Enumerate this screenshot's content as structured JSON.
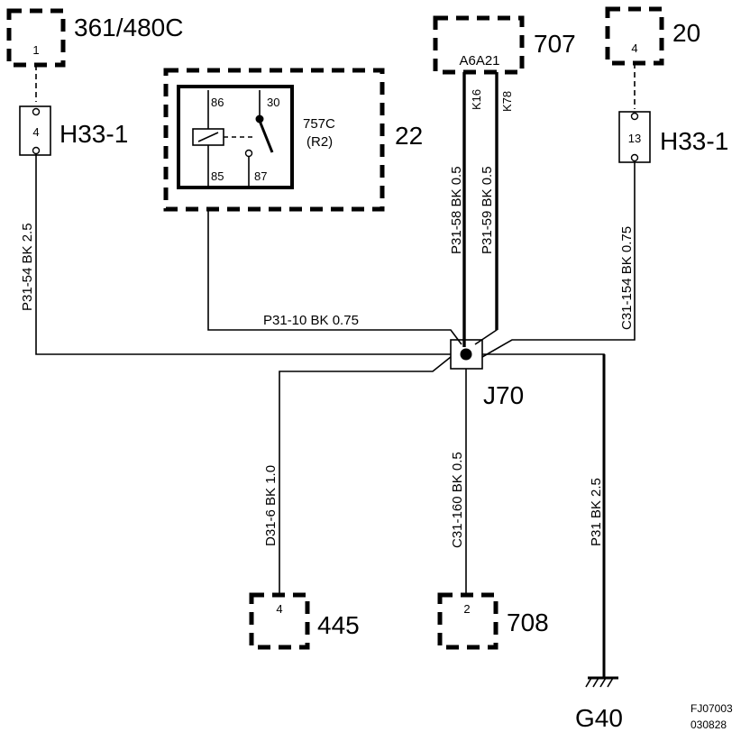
{
  "components": {
    "c361": {
      "name": "361/480C",
      "pin": "1"
    },
    "c707": {
      "name": "707",
      "pin": "A6A21"
    },
    "c20": {
      "name": "20",
      "pin": "4"
    },
    "c22": {
      "name": "22",
      "relay_name": "757C",
      "relay_sub": "(R2)",
      "pin86": "86",
      "pin30": "30",
      "pin85": "85",
      "pin87": "87"
    },
    "h33_left": {
      "name": "H33-1",
      "pin": "4"
    },
    "h33_right": {
      "name": "H33-1",
      "pin": "13"
    },
    "c445": {
      "name": "445",
      "pin": "4"
    },
    "c708": {
      "name": "708",
      "pin": "2"
    },
    "junction": {
      "name": "J70"
    },
    "ground": {
      "name": "G40"
    }
  },
  "wires": {
    "p3154": "P31-54  BK  2.5",
    "p3110": "P31-10   BK   0.75",
    "p3158": "P31-58   BK   0.5",
    "p3159": "P31-59   BK   0.5",
    "k16": "K16",
    "k78": "K78",
    "c31154": "C31-154   BK   0.75",
    "d316": "D31-6   BK   1.0",
    "c31160": "C31-160   BK   0.5",
    "p31": "P31   BK   2.5"
  },
  "figure_code": {
    "line1": "FJ07003",
    "line2": "030828"
  }
}
